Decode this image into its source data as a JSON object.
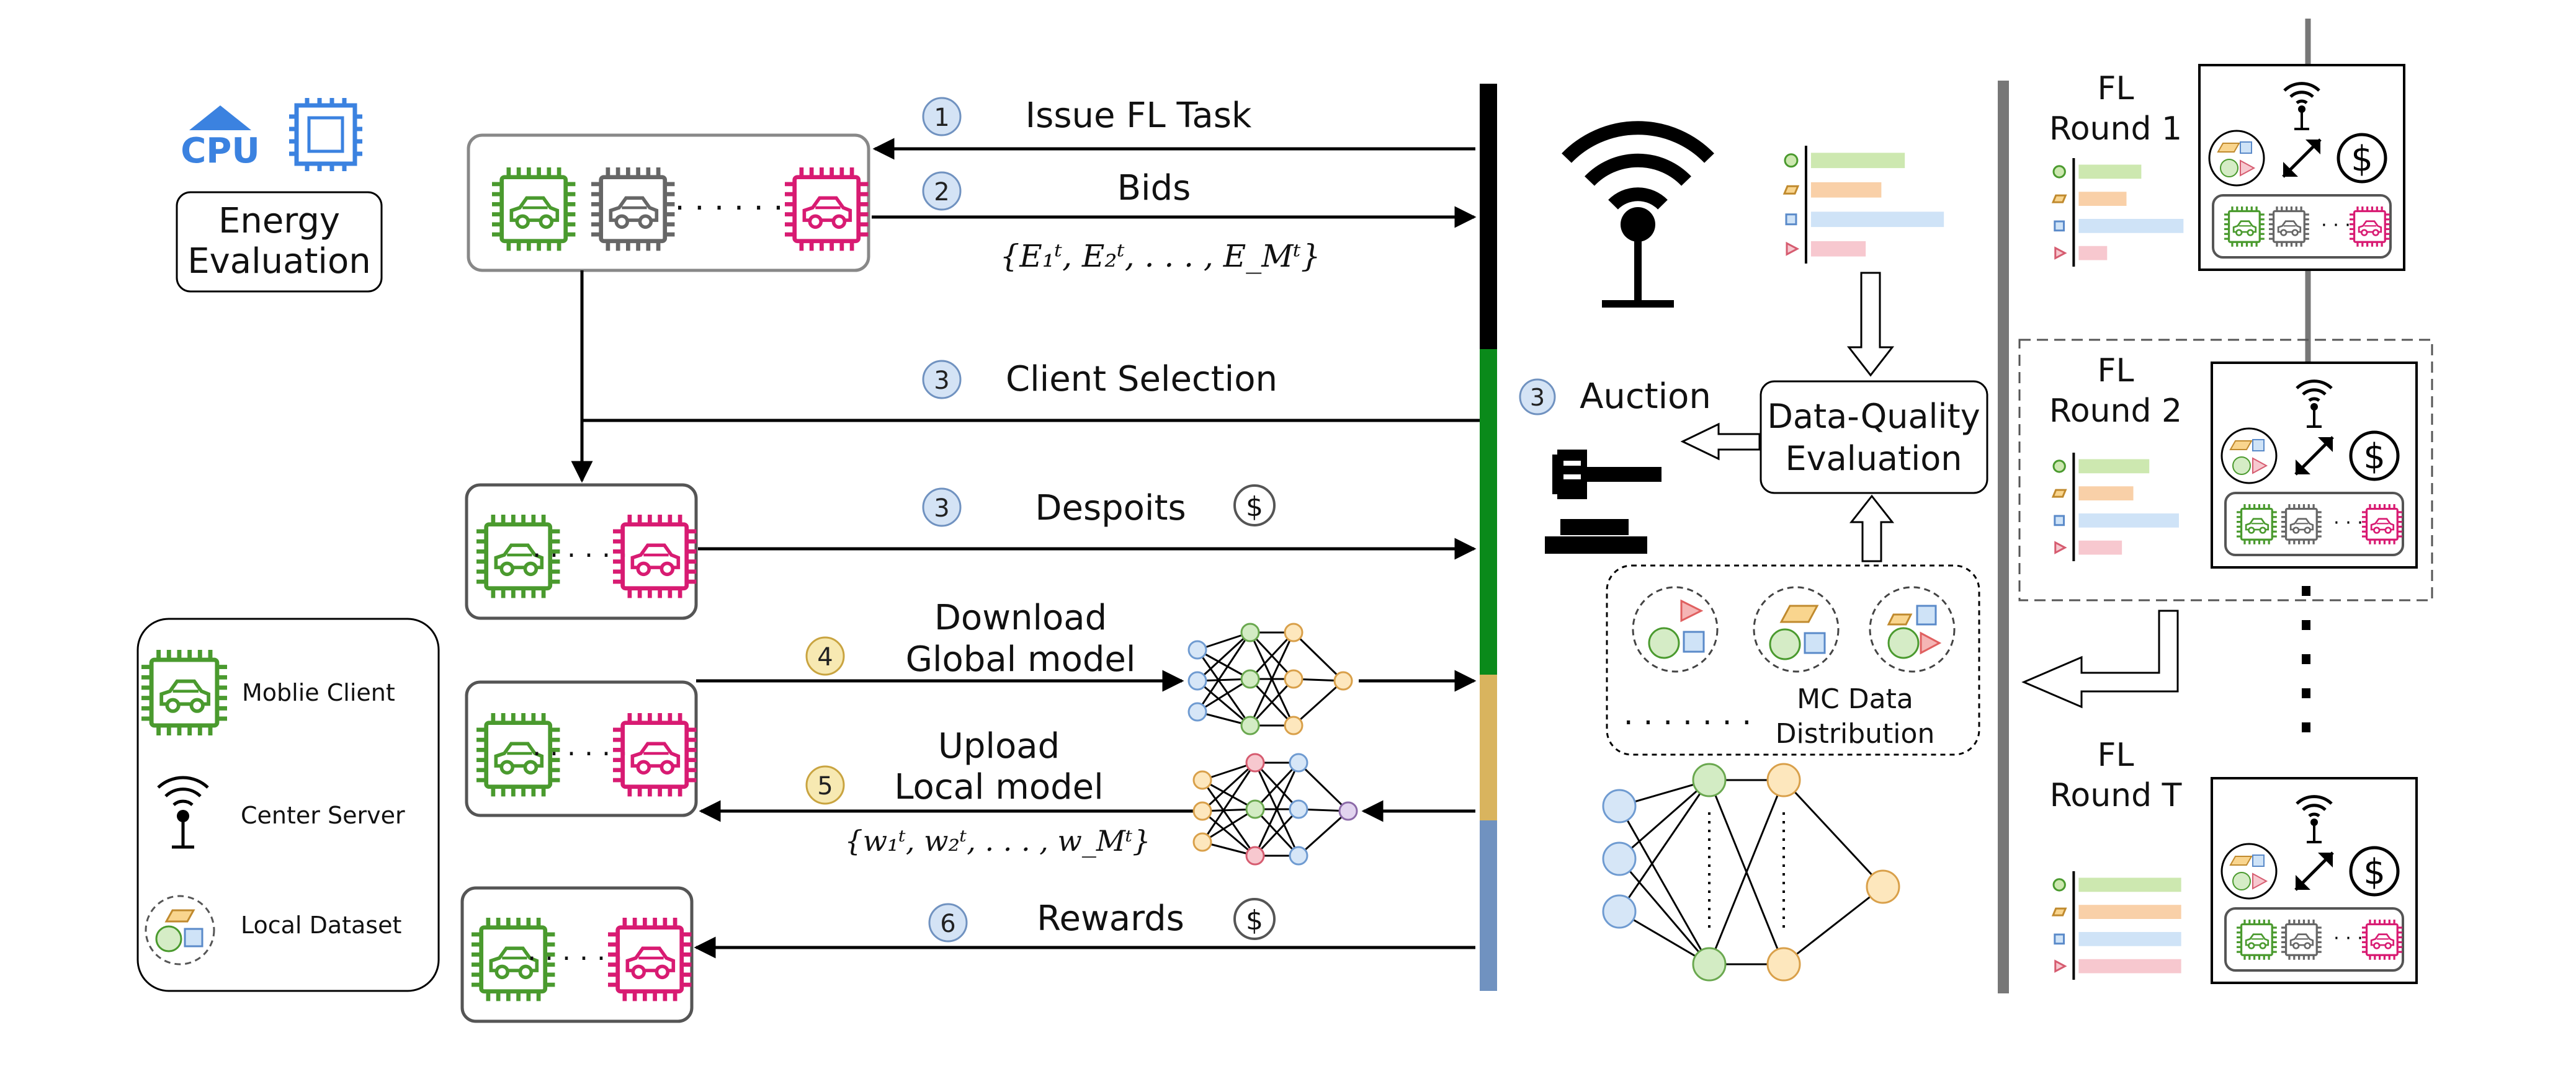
{
  "colors": {
    "green": "#4a9a2e",
    "gray": "#666666",
    "pink": "#d81b72",
    "bar_black": "#000000",
    "bar_green": "#0a8a1a",
    "bar_gold": "#d9b45e",
    "bar_blue": "#7092c0",
    "step_fill": "#d4e3f5",
    "step_fill_yellow": "#f7e9b2",
    "cpu_blue": "#3b82e0"
  },
  "legend_top": {
    "cpu_label": "CPU",
    "energy_line1": "Energy",
    "energy_line2": "Evaluation"
  },
  "steps": {
    "issue": {
      "num": "1",
      "label": "Issue FL Task"
    },
    "bids": {
      "num": "2",
      "label": "Bids",
      "formula": "{E₁ᵗ, E₂ᵗ, . . . , E_Mᵗ}"
    },
    "selection": {
      "num": "3",
      "label": "Client Selection"
    },
    "deposits": {
      "num": "3",
      "label": "Despoits"
    },
    "download": {
      "num": "4",
      "label1": "Download",
      "label2": "Global model"
    },
    "upload": {
      "num": "5",
      "label1": "Upload",
      "label2": "Local model",
      "formula": "{w₁ᵗ, w₂ᵗ, . . . , w_Mᵗ}"
    },
    "rewards": {
      "num": "6",
      "label": "Rewards"
    }
  },
  "dollar_icon": "$",
  "dots": ". . . . . .",
  "legend_bottom": {
    "client": "Moblie Client",
    "server": "Center Server",
    "dataset": "Local Dataset"
  },
  "middle": {
    "auction_num": "3",
    "auction": "Auction",
    "dq_line1": "Data-Quality",
    "dq_line2": "Evaluation",
    "mc_line1": "MC Data",
    "mc_line2": "Distribution",
    "mc_dots": ". . . . . . ."
  },
  "rounds": [
    {
      "line1": "FL",
      "line2": "Round 1",
      "bars": [
        0.55,
        0.42,
        0.92,
        0.25
      ]
    },
    {
      "line1": "FL",
      "line2": "Round 2",
      "bars": [
        0.62,
        0.48,
        0.88,
        0.38
      ]
    },
    {
      "line1": "FL",
      "line2": "Round T",
      "bars": [
        0.9,
        0.9,
        0.9,
        0.9
      ]
    }
  ],
  "center_bars": [
    0.6,
    0.45,
    0.85,
    0.35
  ]
}
